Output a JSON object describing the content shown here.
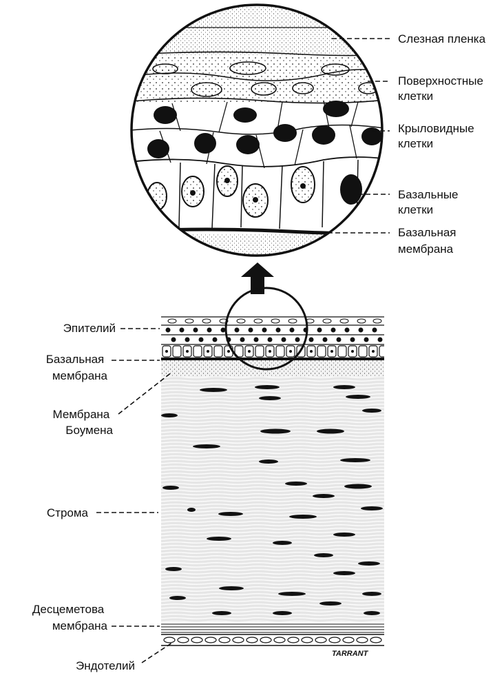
{
  "labels_right": [
    {
      "id": "tear-film",
      "lines": [
        "Слезная пленка"
      ]
    },
    {
      "id": "superficial-cells",
      "lines": [
        "Поверхностные",
        "клетки"
      ]
    },
    {
      "id": "wing-cells",
      "lines": [
        "Крыловидные",
        "клетки"
      ]
    },
    {
      "id": "basal-cells",
      "lines": [
        "Базальные",
        "клетки"
      ]
    },
    {
      "id": "basement-membrane-zoom",
      "lines": [
        "Базальная",
        "мембрана"
      ]
    }
  ],
  "labels_left": [
    {
      "id": "epithelium",
      "lines": [
        "Эпителий"
      ]
    },
    {
      "id": "basement-membrane",
      "lines": [
        "Базальная",
        "мембрана"
      ]
    },
    {
      "id": "bowman-membrane",
      "lines": [
        "Мембрана",
        "Боумена"
      ]
    },
    {
      "id": "stroma",
      "lines": [
        "Строма"
      ]
    },
    {
      "id": "descemet-membrane",
      "lines": [
        "Десцеметова",
        "мембрана"
      ]
    },
    {
      "id": "endothelium",
      "lines": [
        "Эндотелий"
      ]
    }
  ],
  "signature": "TARRANT",
  "colors": {
    "ink": "#111111",
    "stroma": "#e6e6e6",
    "bowman": "#f2f2f2",
    "paper": "#ffffff"
  }
}
